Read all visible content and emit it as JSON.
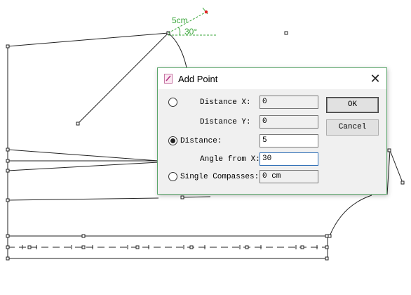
{
  "annotation": {
    "distance_label": "5cm",
    "angle_label": "30°",
    "accent_color": "#3aa63a",
    "point_color": "#e02020"
  },
  "dialog": {
    "title": "Add Point",
    "app_icon": "pen-document-icon",
    "close_icon": "close-icon",
    "close_glyph": "✕",
    "rows": {
      "distance_x": {
        "label": "Distance X:",
        "value": "0",
        "selected": false
      },
      "distance_y": {
        "label": "Distance Y:",
        "value": "0"
      },
      "distance": {
        "label": "Distance:",
        "value": "5",
        "selected": true
      },
      "angle_from_x": {
        "label": "Angle from X:",
        "value": "30"
      },
      "single_compasses": {
        "label": "Single Compasses:",
        "value": "0 cm",
        "selected": false
      }
    },
    "ok_label": "OK",
    "cancel_label": "Cancel"
  }
}
